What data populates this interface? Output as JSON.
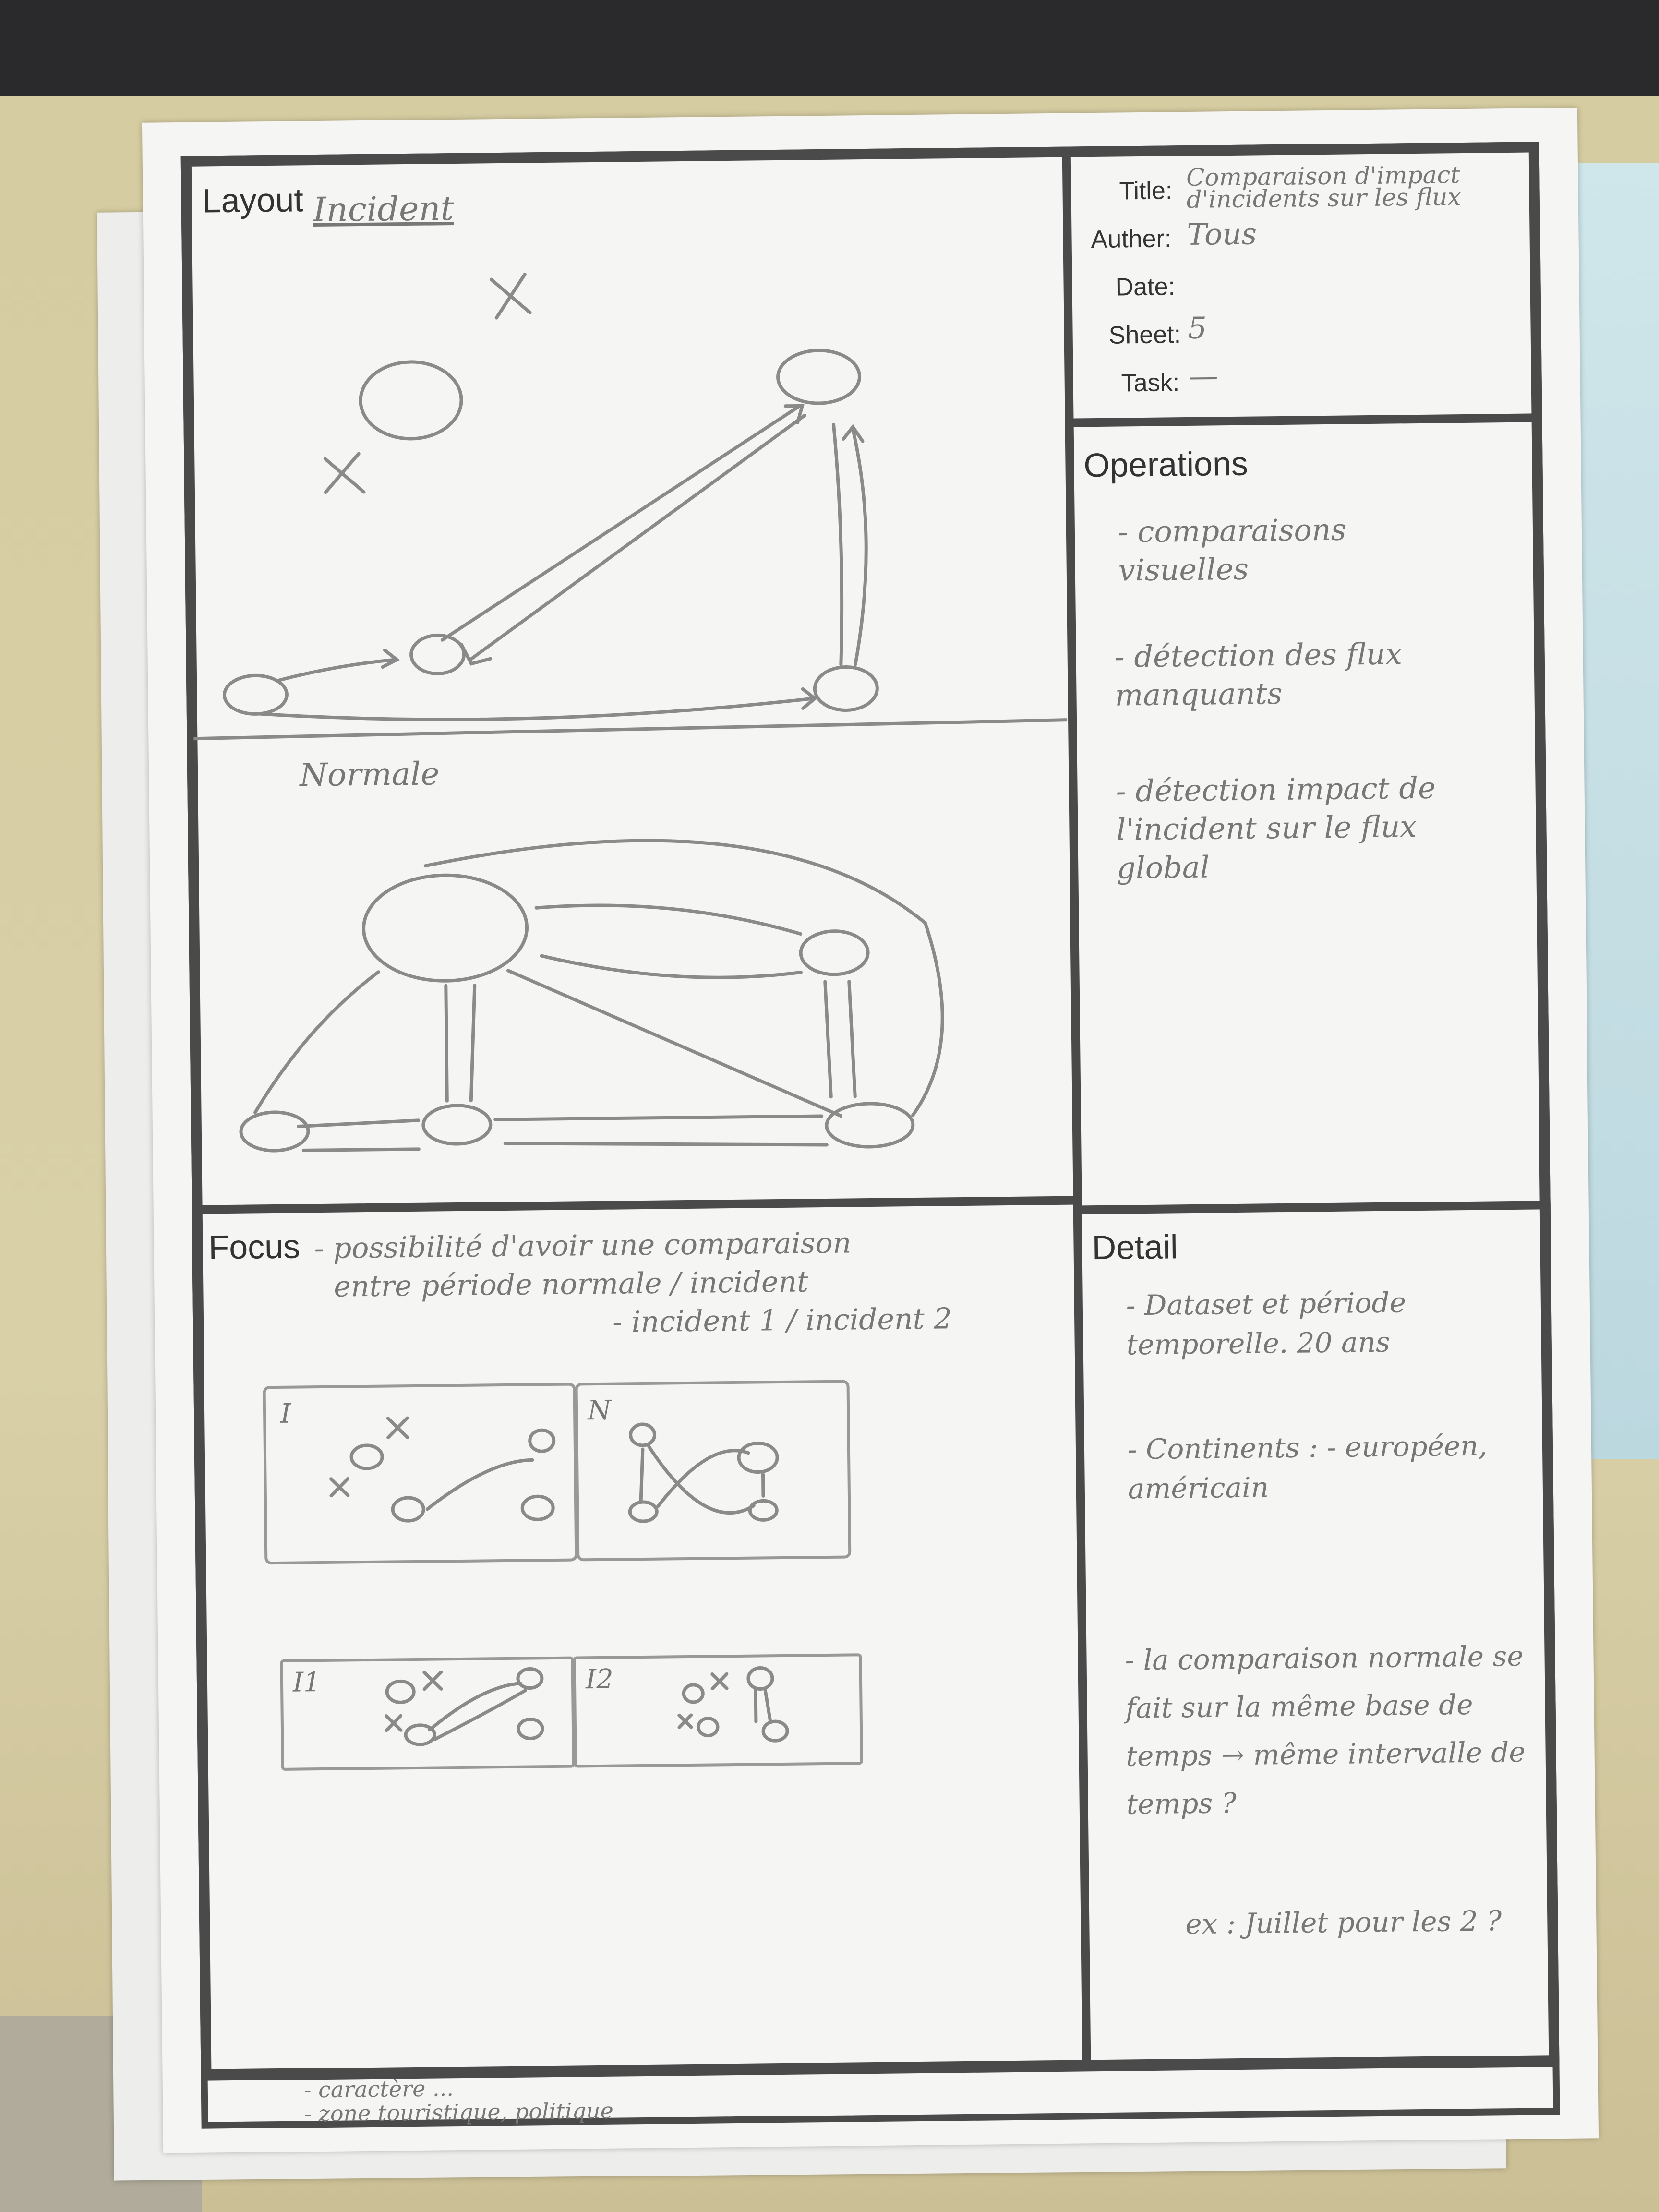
{
  "sheet": {
    "panels": {
      "layout": {
        "label": "Layout",
        "incident_label": "Incident",
        "normal_label": "Normale"
      },
      "meta": {
        "title_label": "Title:",
        "title_value": "Comparaison d'impact d'incidents sur les flux",
        "author_label": "Auther:",
        "author_value": "Tous",
        "date_label": "Date:",
        "sheet_label": "Sheet:",
        "sheet_value": "5",
        "task_label": "Task:",
        "task_value": "—"
      },
      "operations": {
        "label": "Operations",
        "items": [
          "- comparaisons visuelles",
          "- détection des flux manquants",
          "- détection impact de l'incident sur le flux global"
        ]
      },
      "focus": {
        "label": "Focus",
        "lines": [
          "- possibilité d'avoir une comparaison",
          "entre période normale / incident",
          "- incident 1 / incident 2"
        ],
        "thumbnail_labels": [
          "I",
          "N",
          "I1",
          "I2"
        ]
      },
      "detail": {
        "label": "Detail",
        "items": [
          "- Dataset et période temporelle. 20 ans",
          "- Continents : - européen, américain",
          "- la comparaison normale se fait sur la même base de temps → même intervalle de temps ?",
          "ex : Juillet pour les 2 ?"
        ]
      }
    },
    "footer_note": [
      "- caractère ...",
      "- zone touristique, politique"
    ]
  }
}
